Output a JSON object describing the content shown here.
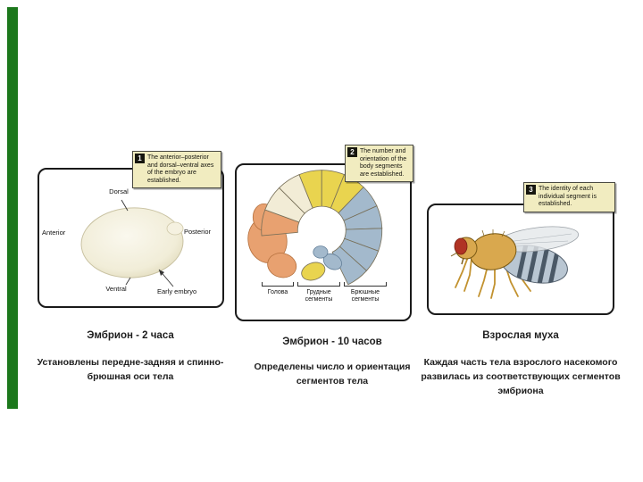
{
  "slide": {
    "background": "#ffffff",
    "accent_color": "#1c781c"
  },
  "panels": [
    {
      "callout": {
        "number": "1",
        "text": "The anterior–posterior and dorsal–ventral axes of the embryo are established."
      },
      "figure_labels": {
        "dorsal": "Dorsal",
        "anterior": "Anterior",
        "posterior": "Posterior",
        "ventral": "Ventral",
        "caption": "Early embryo"
      },
      "title": "Эмбрион - 2 часа",
      "description": "Установлены передне-задняя и спинно-брюшная оси тела"
    },
    {
      "callout": {
        "number": "2",
        "text": "The number and orientation of the body segments are established."
      },
      "figure_labels": {
        "head": "Голова",
        "thoracic": "Грудные сегменты",
        "abdominal": "Брюшные сегменты"
      },
      "title": "Эмбрион - 10 часов",
      "description": "Определены число и ориентация сегментов тела"
    },
    {
      "callout": {
        "number": "3",
        "text": "The identity of each individual segment is established."
      },
      "title": "Взрослая муха",
      "description": "Каждая часть тела взрослого насекомого развилась из соответствующих сегментов эмбриона"
    }
  ]
}
